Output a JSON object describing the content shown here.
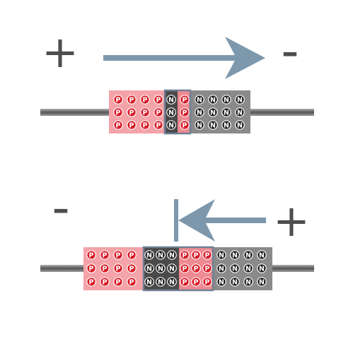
{
  "top": {
    "left_sign": "+",
    "right_sign": "-",
    "p_rows": [
      [
        "P",
        "P",
        "P",
        "P"
      ],
      [
        "P",
        "P",
        "P",
        "P"
      ],
      [
        "P",
        "P",
        "P",
        "P"
      ]
    ],
    "n_rows": [
      [
        "N",
        "N",
        "N",
        "N",
        "N"
      ],
      [
        "N",
        "N",
        "N",
        "N",
        "N"
      ],
      [
        "N",
        "N",
        "N",
        "N",
        "N"
      ]
    ],
    "colors": {
      "wire": "#808080",
      "p_region": "#f4a3a8",
      "n_region": "#8a8a8a",
      "p_dot": "#d81a26",
      "n_dot": "#1a1a1a",
      "arrow": "#7d98ad",
      "junction_outline": "#6f8094"
    }
  },
  "bottom": {
    "left_sign": "-",
    "right_sign": "+",
    "p_rows": [
      [
        "P",
        "P",
        "P",
        "P"
      ],
      [
        "P",
        "P",
        "P",
        "P"
      ],
      [
        "P",
        "P",
        "P",
        "P"
      ]
    ],
    "n_block_rows": [
      [
        "N",
        "N",
        "N"
      ],
      [
        "N",
        "N",
        "N"
      ],
      [
        "N",
        "N",
        "N"
      ]
    ],
    "p_block_rows": [
      [
        "P",
        "P",
        "P"
      ],
      [
        "P",
        "P",
        "P"
      ],
      [
        "P",
        "P",
        "P"
      ]
    ],
    "n_rows": [
      [
        "N",
        "N",
        "N",
        "N"
      ],
      [
        "N",
        "N",
        "N",
        "N"
      ],
      [
        "N",
        "N",
        "N",
        "N"
      ]
    ]
  }
}
